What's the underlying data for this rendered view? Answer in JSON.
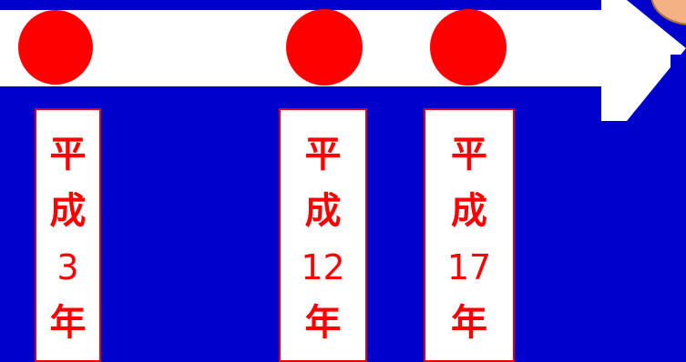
{
  "colors": {
    "background": "#0000CC",
    "arrow_fill": "#FFFFFF",
    "marker": "#FF0000",
    "box_border": "#E00000",
    "box_text": "#FF0000",
    "corner_blob": "#F4B183"
  },
  "timeline": {
    "markers": [
      {
        "id": "h3",
        "era": "平",
        "era2": "成",
        "year": "3",
        "suffix": "年"
      },
      {
        "id": "h12",
        "era": "平",
        "era2": "成",
        "year": "12",
        "suffix": "年"
      },
      {
        "id": "h17",
        "era": "平",
        "era2": "成",
        "year": "17",
        "suffix": "年"
      }
    ]
  }
}
